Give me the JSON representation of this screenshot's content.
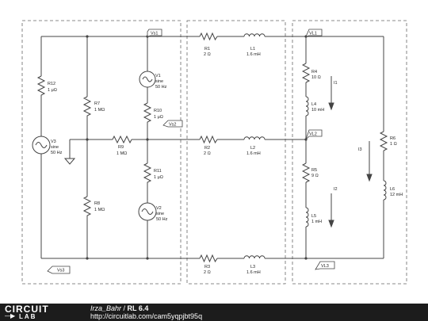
{
  "nodes": {
    "vs1": "Vs1",
    "vs2": "Vs2",
    "vs3": "Vs3",
    "vl1": "VL1",
    "vl2": "VL2",
    "vl3": "VL3"
  },
  "components": {
    "r12": {
      "name": "R12",
      "value": "1 μΩ"
    },
    "r7": {
      "name": "R7",
      "value": "1 MΩ"
    },
    "r8": {
      "name": "R8",
      "value": "1 MΩ"
    },
    "r9": {
      "name": "R9",
      "value": "1 MΩ"
    },
    "r10": {
      "name": "R10",
      "value": "1 μΩ"
    },
    "r11": {
      "name": "R11",
      "value": "1 μΩ"
    },
    "v1": {
      "name": "V1",
      "type": "sine",
      "freq": "50 Hz"
    },
    "v2": {
      "name": "V2",
      "type": "sine",
      "freq": "50 Hz"
    },
    "v3": {
      "name": "V3",
      "type": "sine",
      "freq": "50 Hz"
    },
    "r1": {
      "name": "R1",
      "value": "2 Ω"
    },
    "r2": {
      "name": "R2",
      "value": "2 Ω"
    },
    "r3": {
      "name": "R3",
      "value": "2 Ω"
    },
    "l1": {
      "name": "L1",
      "value": "1.6 mH"
    },
    "l2": {
      "name": "L2",
      "value": "1.6 mH"
    },
    "l3": {
      "name": "L3",
      "value": "1.6 mH"
    },
    "r4": {
      "name": "R4",
      "value": "10 Ω"
    },
    "l4": {
      "name": "L4",
      "value": "10 mH"
    },
    "r5": {
      "name": "R5",
      "value": "9 Ω"
    },
    "l5": {
      "name": "L5",
      "value": "1 mH"
    },
    "r6": {
      "name": "R6",
      "value": "1 Ω"
    },
    "l6": {
      "name": "L6",
      "value": "12 mH"
    }
  },
  "currents": {
    "i1": "I1",
    "i2": "I2",
    "i3": "I3"
  },
  "footer": {
    "logo_top": "CIRCUIT",
    "logo_bottom": "LAB",
    "logo_arrow": "—▶",
    "author": "Irza_Bahr",
    "separator": " / ",
    "title": "RL 6.4",
    "url": "http://circuitlab.com/cam5yqpjbt95q"
  }
}
